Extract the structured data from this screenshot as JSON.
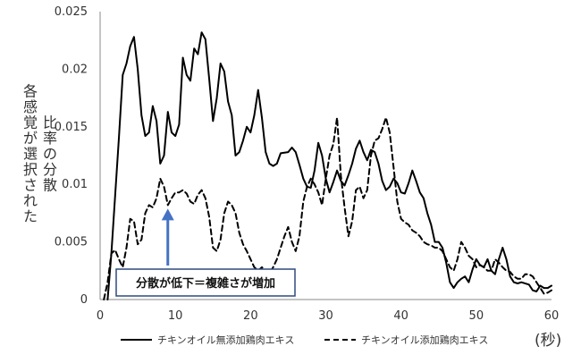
{
  "chart_data": {
    "type": "line",
    "xlim": [
      0,
      60
    ],
    "ylim": [
      0,
      0.025
    ],
    "x_ticks": [
      "0",
      "10",
      "20",
      "30",
      "40",
      "50",
      "60"
    ],
    "y_ticks": [
      "0",
      "0.005",
      "0.01",
      "0.015",
      "0.02",
      "0.025"
    ],
    "ylabel_lines": [
      "各感覚が選択された",
      "比率の分散"
    ],
    "x_unit": "(秒)",
    "grid": false,
    "legend_position": "bottom",
    "series": [
      {
        "name": "チキンオイル無添加鶏肉エキス",
        "style": "solid",
        "points": [
          [
            1,
            0
          ],
          [
            1.5,
            0.004
          ],
          [
            2,
            0.009
          ],
          [
            2.5,
            0.014
          ],
          [
            3,
            0.0195
          ],
          [
            3.5,
            0.0205
          ],
          [
            4,
            0.022
          ],
          [
            4.5,
            0.0228
          ],
          [
            5,
            0.02
          ],
          [
            5.5,
            0.016
          ],
          [
            6,
            0.0142
          ],
          [
            6.5,
            0.0145
          ],
          [
            7,
            0.0168
          ],
          [
            7.5,
            0.0155
          ],
          [
            8,
            0.0118
          ],
          [
            8.5,
            0.0125
          ],
          [
            9,
            0.0163
          ],
          [
            9.5,
            0.0145
          ],
          [
            10,
            0.0142
          ],
          [
            10.5,
            0.0152
          ],
          [
            11,
            0.021
          ],
          [
            11.5,
            0.0195
          ],
          [
            12,
            0.019
          ],
          [
            12.5,
            0.0218
          ],
          [
            13,
            0.0213
          ],
          [
            13.5,
            0.0232
          ],
          [
            14,
            0.0226
          ],
          [
            14.5,
            0.0192
          ],
          [
            15,
            0.0155
          ],
          [
            15.5,
            0.0175
          ],
          [
            16,
            0.0205
          ],
          [
            16.5,
            0.0198
          ],
          [
            17,
            0.0172
          ],
          [
            17.5,
            0.016
          ],
          [
            18,
            0.0125
          ],
          [
            18.5,
            0.0128
          ],
          [
            19,
            0.0138
          ],
          [
            19.5,
            0.015
          ],
          [
            20,
            0.0145
          ],
          [
            20.5,
            0.016
          ],
          [
            21,
            0.0182
          ],
          [
            21.5,
            0.0158
          ],
          [
            22,
            0.0128
          ],
          [
            22.5,
            0.0118
          ],
          [
            23,
            0.0116
          ],
          [
            23.5,
            0.0118
          ],
          [
            24,
            0.0127
          ],
          [
            25,
            0.0128
          ],
          [
            25.5,
            0.0132
          ],
          [
            26,
            0.0128
          ],
          [
            26.5,
            0.0117
          ],
          [
            27,
            0.0105
          ],
          [
            27.5,
            0.0098
          ],
          [
            28,
            0.0097
          ],
          [
            28.5,
            0.0112
          ],
          [
            29,
            0.0136
          ],
          [
            29.5,
            0.0125
          ],
          [
            30,
            0.0105
          ],
          [
            30.5,
            0.0093
          ],
          [
            31,
            0.0102
          ],
          [
            31.5,
            0.0112
          ],
          [
            32,
            0.0103
          ],
          [
            32.5,
            0.0099
          ],
          [
            33,
            0.0108
          ],
          [
            33.5,
            0.0118
          ],
          [
            34,
            0.0131
          ],
          [
            34.5,
            0.0138
          ],
          [
            35,
            0.0128
          ],
          [
            35.5,
            0.0121
          ],
          [
            36,
            0.013
          ],
          [
            36.5,
            0.0128
          ],
          [
            37,
            0.0118
          ],
          [
            37.5,
            0.0103
          ],
          [
            38,
            0.0095
          ],
          [
            38.5,
            0.0098
          ],
          [
            39,
            0.0105
          ],
          [
            39.5,
            0.0101
          ],
          [
            40,
            0.0093
          ],
          [
            40.5,
            0.0092
          ],
          [
            41,
            0.0101
          ],
          [
            41.5,
            0.0112
          ],
          [
            42,
            0.0103
          ],
          [
            42.5,
            0.0093
          ],
          [
            43,
            0.0088
          ],
          [
            43.5,
            0.0075
          ],
          [
            44,
            0.0065
          ],
          [
            44.5,
            0.005
          ],
          [
            45,
            0.005
          ],
          [
            45.5,
            0.0045
          ],
          [
            46,
            0.0032
          ],
          [
            46.5,
            0.0015
          ],
          [
            47,
            0.001
          ],
          [
            47.5,
            0.0015
          ],
          [
            48,
            0.0018
          ],
          [
            48.5,
            0.002
          ],
          [
            49,
            0.0015
          ],
          [
            49.5,
            0.0026
          ],
          [
            50,
            0.0035
          ],
          [
            50.5,
            0.003
          ],
          [
            51,
            0.0028
          ],
          [
            51.5,
            0.0035
          ],
          [
            52,
            0.0025
          ],
          [
            52.5,
            0.0022
          ],
          [
            53,
            0.0035
          ],
          [
            53.5,
            0.0045
          ],
          [
            54,
            0.0035
          ],
          [
            54.5,
            0.002
          ],
          [
            55,
            0.0015
          ],
          [
            55.5,
            0.0014
          ],
          [
            56,
            0.0015
          ],
          [
            57,
            0.0013
          ],
          [
            57.5,
            0.0008
          ],
          [
            58,
            0.0007
          ],
          [
            58.5,
            0.0012
          ],
          [
            59,
            0.001
          ],
          [
            59.5,
            0.001
          ],
          [
            60,
            0.0012
          ]
        ]
      },
      {
        "name": "チキンオイル添加鶏肉エキス",
        "style": "dashed",
        "points": [
          [
            0.5,
            0
          ],
          [
            1,
            0.0015
          ],
          [
            1.5,
            0.004
          ],
          [
            2,
            0.0043
          ],
          [
            2.5,
            0.0035
          ],
          [
            3,
            0.0028
          ],
          [
            3.5,
            0.0045
          ],
          [
            4,
            0.007
          ],
          [
            4.5,
            0.0068
          ],
          [
            5,
            0.0048
          ],
          [
            5.5,
            0.0052
          ],
          [
            6,
            0.0075
          ],
          [
            6.5,
            0.0082
          ],
          [
            7,
            0.008
          ],
          [
            7.5,
            0.0088
          ],
          [
            8,
            0.0105
          ],
          [
            8.5,
            0.0098
          ],
          [
            9,
            0.0082
          ],
          [
            9.5,
            0.0088
          ],
          [
            10,
            0.0093
          ],
          [
            10.5,
            0.0093
          ],
          [
            11,
            0.0095
          ],
          [
            11.5,
            0.0092
          ],
          [
            12,
            0.0085
          ],
          [
            12.5,
            0.0083
          ],
          [
            13,
            0.0091
          ],
          [
            13.5,
            0.0095
          ],
          [
            14,
            0.0088
          ],
          [
            14.5,
            0.0072
          ],
          [
            15,
            0.0045
          ],
          [
            15.5,
            0.0042
          ],
          [
            16,
            0.0052
          ],
          [
            16.5,
            0.0075
          ],
          [
            17,
            0.0085
          ],
          [
            17.5,
            0.0082
          ],
          [
            18,
            0.0075
          ],
          [
            18.5,
            0.0058
          ],
          [
            19,
            0.0048
          ],
          [
            19.5,
            0.0042
          ],
          [
            20,
            0.0035
          ],
          [
            20.5,
            0.0028
          ],
          [
            21,
            0.0025
          ],
          [
            21.5,
            0.0028
          ],
          [
            22,
            0.0025
          ],
          [
            22.5,
            0.0022
          ],
          [
            23,
            0.0028
          ],
          [
            23.5,
            0.0035
          ],
          [
            24,
            0.0045
          ],
          [
            24.5,
            0.0055
          ],
          [
            25,
            0.0063
          ],
          [
            25.5,
            0.005
          ],
          [
            26,
            0.0042
          ],
          [
            26.5,
            0.0055
          ],
          [
            27,
            0.0085
          ],
          [
            27.5,
            0.0098
          ],
          [
            28,
            0.0105
          ],
          [
            28.5,
            0.01
          ],
          [
            29,
            0.0093
          ],
          [
            29.5,
            0.0082
          ],
          [
            30,
            0.0105
          ],
          [
            30.5,
            0.0125
          ],
          [
            31,
            0.0135
          ],
          [
            31.5,
            0.0158
          ],
          [
            32,
            0.0108
          ],
          [
            32.5,
            0.008
          ],
          [
            33,
            0.0055
          ],
          [
            33.5,
            0.0068
          ],
          [
            34,
            0.0095
          ],
          [
            34.5,
            0.0098
          ],
          [
            35,
            0.0088
          ],
          [
            35.5,
            0.0095
          ],
          [
            36,
            0.0125
          ],
          [
            36.5,
            0.0138
          ],
          [
            37,
            0.014
          ],
          [
            37.5,
            0.0148
          ],
          [
            38,
            0.0158
          ],
          [
            38.5,
            0.0145
          ],
          [
            39,
            0.0115
          ],
          [
            39.5,
            0.0085
          ],
          [
            40,
            0.007
          ],
          [
            40.5,
            0.0067
          ],
          [
            41,
            0.0065
          ],
          [
            41.5,
            0.006
          ],
          [
            42,
            0.0058
          ],
          [
            42.5,
            0.0055
          ],
          [
            43,
            0.005
          ],
          [
            43.5,
            0.0048
          ],
          [
            44,
            0.0047
          ],
          [
            44.5,
            0.0045
          ],
          [
            45,
            0.0045
          ],
          [
            45.5,
            0.0042
          ],
          [
            46,
            0.0035
          ],
          [
            46.5,
            0.0028
          ],
          [
            47,
            0.0025
          ],
          [
            47.5,
            0.0035
          ],
          [
            48,
            0.005
          ],
          [
            48.5,
            0.0045
          ],
          [
            49,
            0.0038
          ],
          [
            49.5,
            0.0035
          ],
          [
            50,
            0.0028
          ],
          [
            50.5,
            0.003
          ],
          [
            51,
            0.0028
          ],
          [
            51.5,
            0.0025
          ],
          [
            52,
            0.0025
          ],
          [
            52.5,
            0.0035
          ],
          [
            53,
            0.0032
          ],
          [
            53.5,
            0.0028
          ],
          [
            54,
            0.0025
          ],
          [
            54.5,
            0.0024
          ],
          [
            55,
            0.002
          ],
          [
            55.5,
            0.0018
          ],
          [
            56,
            0.0018
          ],
          [
            56.5,
            0.0022
          ],
          [
            57,
            0.0022
          ],
          [
            57.5,
            0.002
          ],
          [
            58,
            0.0015
          ],
          [
            58.5,
            0.001
          ],
          [
            59,
            0.0005
          ],
          [
            59.5,
            0.0006
          ],
          [
            60,
            0.0008
          ]
        ]
      }
    ],
    "annotation": {
      "text": "分散が低下＝複雑さが増加",
      "arrow_x": 9,
      "arrow_to_y": 0.0082,
      "arrow_color": "#4472c4",
      "box_border_color": "#2e4a7d"
    }
  }
}
